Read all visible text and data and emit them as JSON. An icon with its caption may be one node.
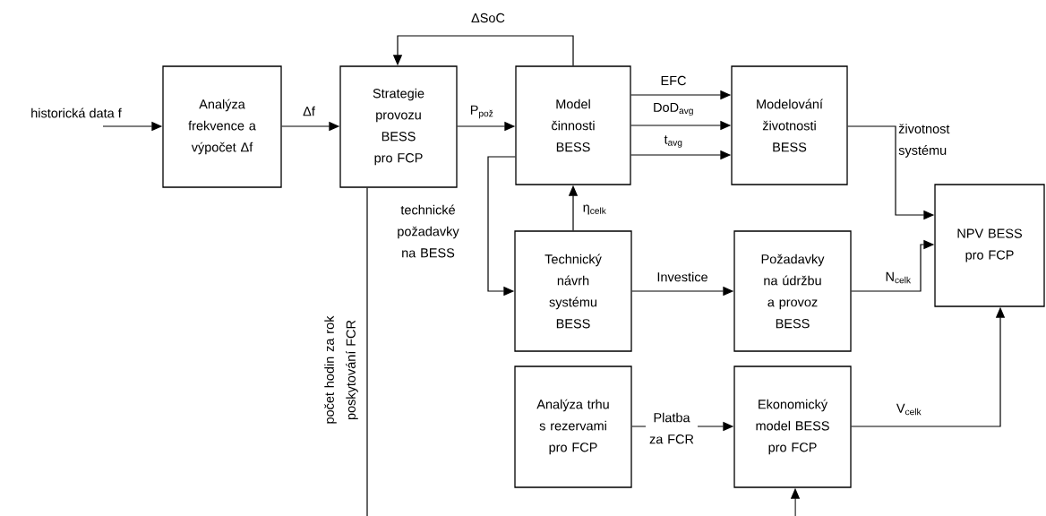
{
  "diagram": {
    "nodes": [
      {
        "text": [
          "Analýza frekvence a výpočet Δf"
        ]
      },
      {
        "text": [
          "Strategie provozu BESS pro FCP"
        ]
      },
      {
        "text": [
          "Model činnosti BESS"
        ]
      },
      {
        "text": [
          "Modelování životnosti BESS"
        ]
      },
      {
        "text": [
          "Technický návrh systému BESS"
        ]
      },
      {
        "text": [
          "Požadavky na údržbu a provoz BESS"
        ]
      },
      {
        "text": [
          "NPV BESS pro FCP"
        ]
      },
      {
        "text": [
          "Analýza trhu s rezervami pro FCP"
        ]
      },
      {
        "text": [
          "Ekonomický model BESS pro FCP"
        ]
      }
    ],
    "edges": [
      {
        "from": null,
        "to": 0,
        "arrow": "to",
        "label": "historická data f"
      },
      {
        "from": 0,
        "to": 1,
        "arrow": "to",
        "label": "Δf"
      },
      {
        "from": 1,
        "to": 2,
        "arrow": "to",
        "label": "P$_{pož}$"
      },
      {
        "from": 2,
        "to": 1,
        "arrow": "to",
        "label": "ΔSoC"
      },
      {
        "from": 2,
        "to": 3,
        "arrow": "to",
        "label": "EFC"
      },
      {
        "from": 2,
        "to": 3,
        "arrow": "to",
        "label": "DoD$_{avg}$"
      },
      {
        "from": 2,
        "to": 3,
        "arrow": "to",
        "label": "t$_{avg}$"
      },
      {
        "from": 2,
        "to": 4,
        "arrow": "to",
        "label": "technické požadavky na BESS"
      },
      {
        "from": 4,
        "to": 2,
        "arrow": "to",
        "label": "η$_{celk}$"
      },
      {
        "from": 4,
        "to": 5,
        "arrow": "to",
        "label": "Investice"
      },
      {
        "from": 5,
        "to": 6,
        "arrow": "to",
        "label": "N$_{celk}$"
      },
      {
        "from": 3,
        "to": 6,
        "arrow": "to",
        "label": "životnost systému"
      },
      {
        "from": 7,
        "to": 8,
        "arrow": "to",
        "label": "Platba za FCR"
      },
      {
        "from": 8,
        "to": 6,
        "arrow": "to",
        "label": "V$_{celk}$"
      },
      {
        "from": 1,
        "to": null,
        "arrow": "none",
        "label": "počet hodin za rok poskytování FCR"
      },
      {
        "from": null,
        "to": 8,
        "arrow": "to"
      }
    ]
  }
}
